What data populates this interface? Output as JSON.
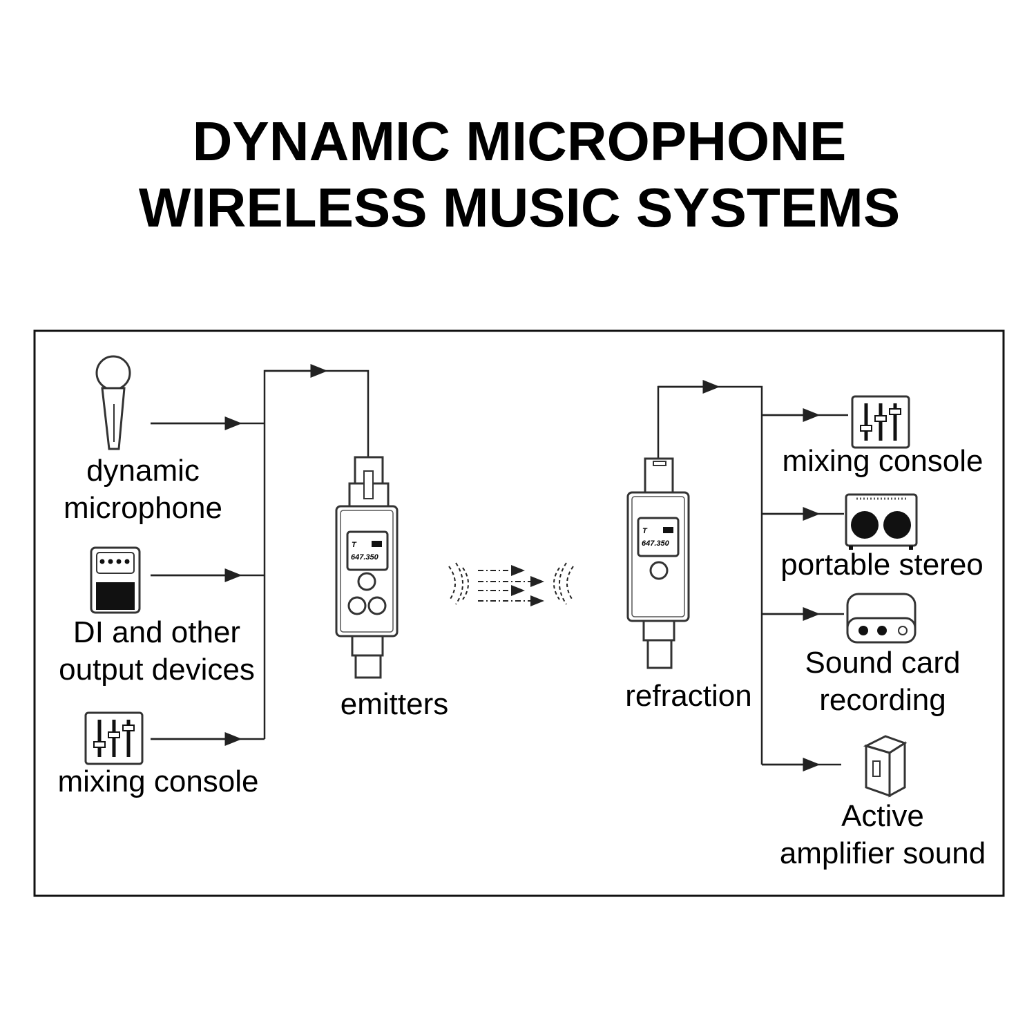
{
  "title": {
    "line1": "DYNAMIC MICROPHONE",
    "line2": "WIRELESS MUSIC SYSTEMS"
  },
  "inputs": [
    {
      "icon": "microphone-icon",
      "label_lines": [
        "dynamic",
        "microphone"
      ]
    },
    {
      "icon": "effects-pedal-icon",
      "label_lines": [
        "DI and other",
        "output devices"
      ]
    },
    {
      "icon": "mixing-console-icon",
      "label_lines": [
        "mixing console"
      ]
    }
  ],
  "emitter": {
    "label": "emitters",
    "display": {
      "channel": "T",
      "frequency": "647.350"
    }
  },
  "receiver": {
    "label": "refraction",
    "display": {
      "channel": "T",
      "frequency": "647.350"
    }
  },
  "outputs": [
    {
      "icon": "mixing-console-icon",
      "label_lines": [
        "mixing console"
      ]
    },
    {
      "icon": "portable-stereo-icon",
      "label_lines": [
        "portable stereo"
      ]
    },
    {
      "icon": "sound-card-icon",
      "label_lines": [
        "Sound card",
        "recording"
      ]
    },
    {
      "icon": "speaker-icon",
      "label_lines": [
        "Active",
        "amplifier sound"
      ]
    }
  ]
}
